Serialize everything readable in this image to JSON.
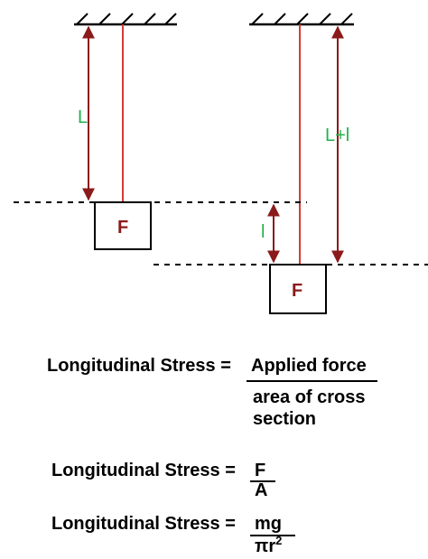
{
  "diagram": {
    "label_L": "L",
    "label_L_plus_l": "L+l",
    "label_l": "l",
    "weight_left": "F",
    "weight_right": "F",
    "colors": {
      "wire": "#d63a3a",
      "arrow": "#8b1a1a",
      "label": "#22b14c",
      "weight_text": "#8b1a1a"
    }
  },
  "equations": {
    "eq1": {
      "lhs": "Longitudinal Stress =",
      "numerator": "Applied force",
      "denominator_line1": "area of cross",
      "denominator_line2": "section"
    },
    "eq2": {
      "lhs": "Longitudinal Stress =",
      "numerator": "F",
      "denominator": "A"
    },
    "eq3": {
      "lhs": "Longitudinal Stress =",
      "numerator": "mg",
      "denominator": "πr",
      "exponent": "2"
    }
  }
}
